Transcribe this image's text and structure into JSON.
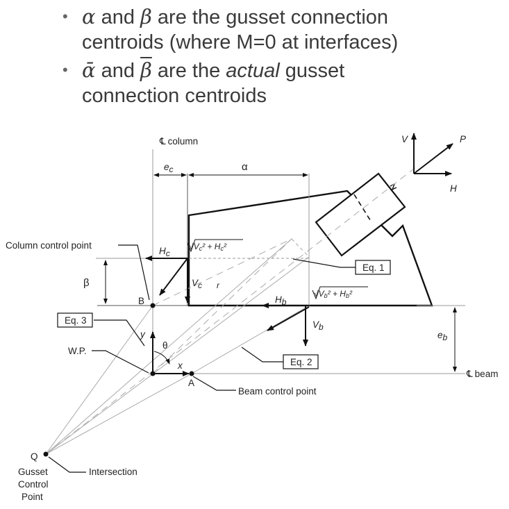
{
  "bullets": [
    {
      "sym1": "α",
      "mid1": " and ",
      "sym2": "β",
      "rest1": " are the gusset connection",
      "line2": "centroids (where M=0 at interfaces)"
    },
    {
      "sym1": "ᾱ",
      "mid1": " and ",
      "sym2": "β",
      "pre_em": " are the ",
      "em": "actual",
      "post_em": " gusset",
      "line2": "connection centroids"
    }
  ],
  "diagram": {
    "col_cl": "column",
    "beam_cl": "beam",
    "cl_symbol": "℄",
    "ec": "e",
    "ec_sub": "c",
    "alpha": "α",
    "beta": "β",
    "eb": "e",
    "eb_sub": "b",
    "col_ctrl": "Column control point",
    "beam_ctrl": "Beam control point",
    "eq1": "Eq. 1",
    "eq2": "Eq. 2",
    "eq3": "Eq. 3",
    "wp": "W.P.",
    "pt_b": "B",
    "pt_a": "A",
    "pt_q": "Q",
    "gusset_1": "Gusset",
    "gusset_2": "Control",
    "gusset_3": "Point",
    "intersection": "Intersection",
    "hc": "H",
    "hc_sub": "c",
    "vc": "V",
    "vc_sub": "c",
    "hb": "H",
    "hb_sub": "b",
    "vb": "V",
    "vb_sub": "b",
    "root_c": "√V",
    "root_c_sub": "c",
    "root_c_plus": "² + H",
    "root_c_sub2": "c",
    "root_c_end": "²",
    "root_b": "√V",
    "root_b_sub": "b",
    "root_b_plus": "² + H",
    "root_b_sub2": "b",
    "root_b_end": "²",
    "r": "r",
    "x": "x",
    "y": "y",
    "theta": "θ",
    "V": "V",
    "P": "P",
    "H": "H"
  }
}
